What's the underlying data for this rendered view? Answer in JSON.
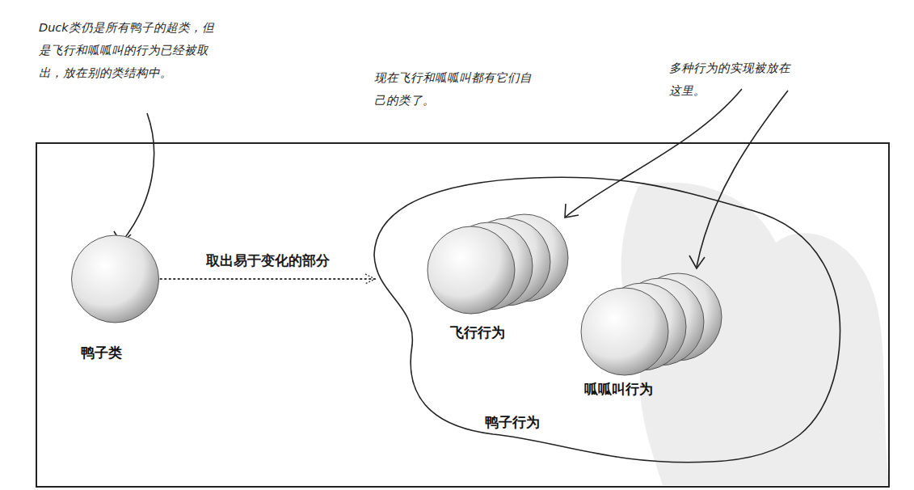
{
  "diagram": {
    "nodes": [
      {
        "text": [
          "鸭子类"
        ]
      },
      {
        "text": [
          "鸭子行为"
        ]
      },
      {
        "text": [
          "飞行行为"
        ],
        "in": 1
      },
      {
        "text": [
          "呱呱叫行为"
        ],
        "in": 1
      }
    ],
    "edges": [
      {
        "from": 0,
        "to": 1,
        "arrow": "to",
        "label": "取出易于变化的部分"
      }
    ],
    "labels": [
      "Duck类仍是所有鸭子的超类，但是飞行和呱呱叫的行为已经被取出，放在别的类结构中。",
      "现在飞行和呱呱叫都有它们自己的类了。",
      "多种行为的实现被放在这里。"
    ]
  }
}
